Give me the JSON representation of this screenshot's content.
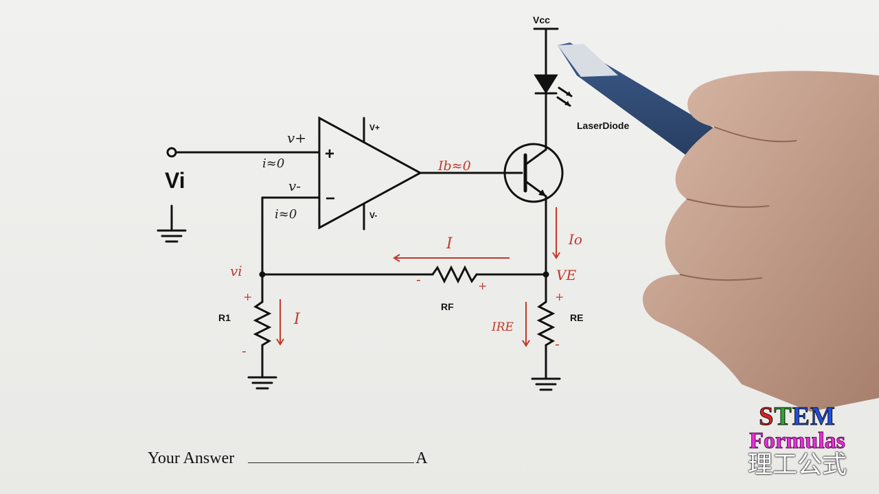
{
  "diagram": {
    "labels": {
      "vcc": "Vcc",
      "laser_diode": "LaserDiode",
      "opamp_vplus_supply": "V+",
      "opamp_vminus_supply": "V-",
      "plus_sign": "+",
      "minus_sign": "−",
      "vi": "Vi",
      "r1": "R1",
      "rf": "RF",
      "re": "RE"
    },
    "annotations": {
      "v_plus": "v+",
      "i_plus": "i≈0",
      "v_minus": "v-",
      "i_minus": "i≈0",
      "ib": "Ib≈0",
      "io": "Io",
      "ve": "VE",
      "vi_node": "vi",
      "i_rf": "I",
      "i_r1": "I",
      "ire": "IRE",
      "r1_plus": "+",
      "r1_minus": "-",
      "rf_minus": "-",
      "rf_plus": "+",
      "re_plus": "+",
      "re_minus": "-"
    }
  },
  "answer": {
    "prompt": "Your Answer",
    "unit": "A"
  },
  "logo": {
    "line1_letters": [
      {
        "ch": "S",
        "color": "#e02020"
      },
      {
        "ch": "T",
        "color": "#2ea82e"
      },
      {
        "ch": "E",
        "color": "#2050e0"
      },
      {
        "ch": "M",
        "color": "#2050e0"
      }
    ],
    "line2": "Formulas",
    "line3": "理工公式"
  },
  "colors": {
    "ink": "#111111",
    "annotation_red": "#c0392b",
    "logo_magenta": "#e830d8"
  }
}
